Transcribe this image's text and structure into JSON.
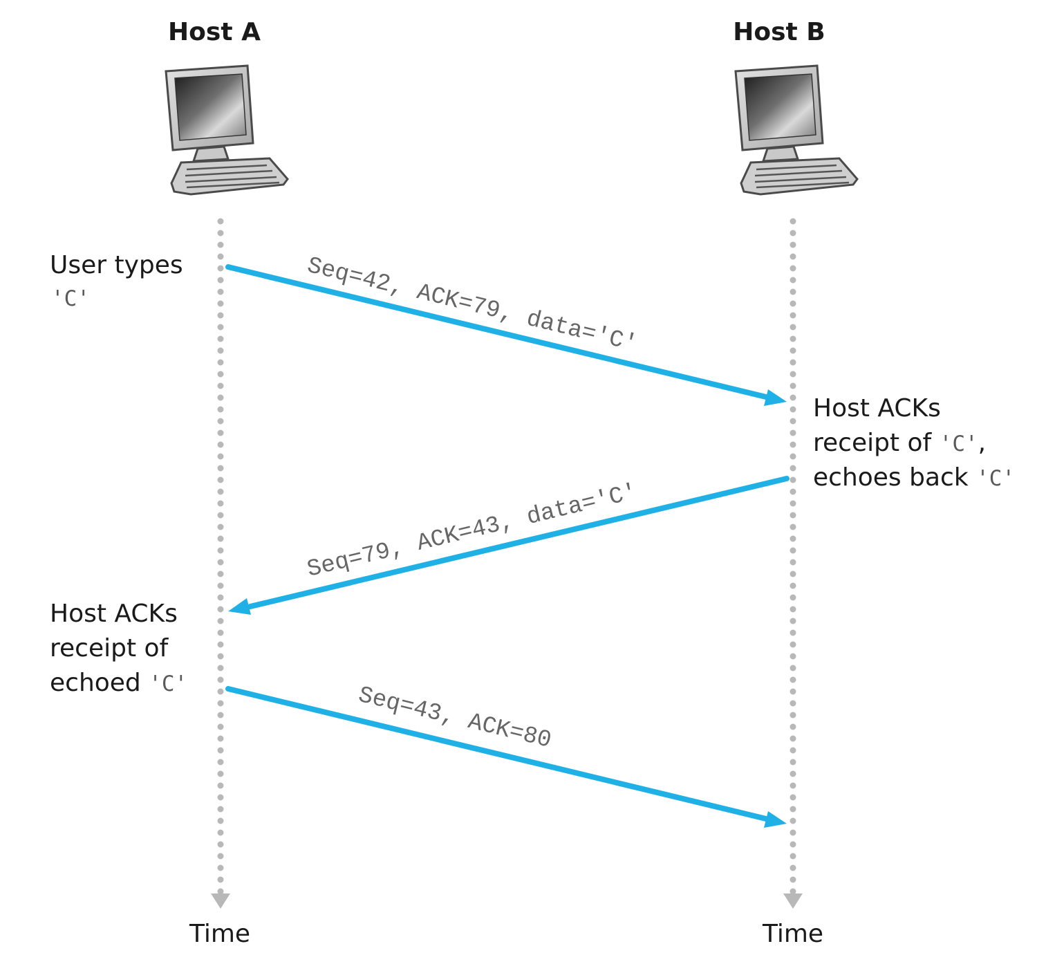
{
  "hosts": {
    "a": {
      "title": "Host A",
      "time_label": "Time"
    },
    "b": {
      "title": "Host B",
      "time_label": "Time"
    }
  },
  "notes": {
    "user_types": {
      "line1": "User types",
      "line2_quote": "'C'"
    },
    "host_b_ack": {
      "line1": "Host ACKs",
      "line2_text": "receipt of ",
      "line2_quote": "'C'",
      "line2_tail": ",",
      "line3_text": "echoes back ",
      "line3_quote": "'C'"
    },
    "host_a_ack": {
      "line1": "Host ACKs",
      "line2": "receipt of",
      "line3_text": "echoed ",
      "line3_quote": "'C'"
    }
  },
  "messages": [
    {
      "label": "Seq=42, ACK=79, data='C'"
    },
    {
      "label": "Seq=79, ACK=43, data='C'"
    },
    {
      "label": "Seq=43, ACK=80"
    }
  ],
  "colors": {
    "arrow": "#1fb1e6",
    "timeline": "#b8b8b8"
  }
}
